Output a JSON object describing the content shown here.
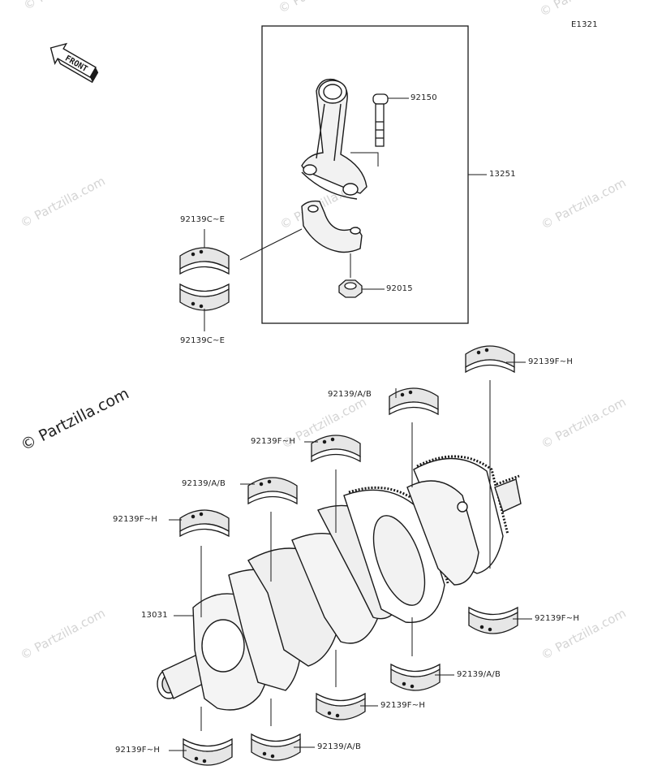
{
  "diagram_code": "E1321",
  "front_label": "FRONT",
  "watermark_text": "© Partzilla.com",
  "watermark_large_text": "© Partzilla.com",
  "parts": [
    {
      "id": "92150",
      "label": "92150"
    },
    {
      "id": "13251",
      "label": "13251"
    },
    {
      "id": "92139CE_top",
      "label": "92139C~E"
    },
    {
      "id": "92139CE_bottom",
      "label": "92139C~E"
    },
    {
      "id": "92015",
      "label": "92015"
    },
    {
      "id": "92139FH_topright",
      "label": "92139F~H"
    },
    {
      "id": "92139AB_1",
      "label": "92139/A/B"
    },
    {
      "id": "92139FH_2",
      "label": "92139F~H"
    },
    {
      "id": "92139AB_2",
      "label": "92139/A/B"
    },
    {
      "id": "92139FH_3",
      "label": "92139F~H"
    },
    {
      "id": "13031",
      "label": "13031"
    },
    {
      "id": "92139FH_right",
      "label": "92139F~H"
    },
    {
      "id": "92139AB_3",
      "label": "92139/A/B"
    },
    {
      "id": "92139FH_4",
      "label": "92139F~H"
    },
    {
      "id": "92139FH_5",
      "label": "92139F~H"
    },
    {
      "id": "92139AB_4",
      "label": "92139/A/B"
    }
  ]
}
